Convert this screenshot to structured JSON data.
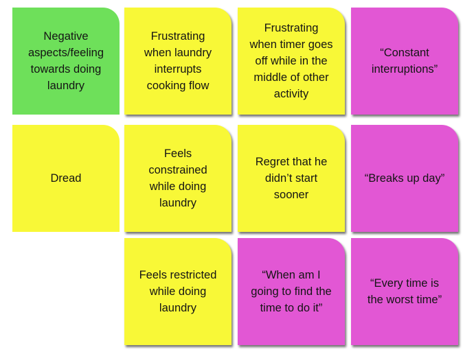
{
  "colors": {
    "green": "#6ee05a",
    "yellow": "#f8f837",
    "magenta": "#e257d4"
  },
  "notes": [
    {
      "id": "negative-aspects",
      "color": "green",
      "text": "Negative\naspects/feeling\ntowards doing\nlaundry"
    },
    {
      "id": "laundry-interrupts-cooking",
      "color": "yellow",
      "text": "Frustrating\nwhen laundry\ninterrupts\ncooking flow"
    },
    {
      "id": "timer-goes-off",
      "color": "yellow",
      "text": "Frustrating\nwhen timer goes\noff while in the\nmiddle of other\nactivity"
    },
    {
      "id": "constant-interruptions",
      "color": "magenta",
      "text": "“Constant\ninterruptions”"
    },
    {
      "id": "dread",
      "color": "yellow",
      "text": "Dread"
    },
    {
      "id": "feels-constrained",
      "color": "yellow",
      "text": "Feels\nconstrained\nwhile doing\nlaundry"
    },
    {
      "id": "regret-not-sooner",
      "color": "yellow",
      "text": "Regret that he\ndidn’t start\nsooner"
    },
    {
      "id": "breaks-up-day",
      "color": "magenta",
      "text": "“Breaks up day”"
    },
    {
      "id": "feels-restricted",
      "color": "yellow",
      "text": "Feels restricted\nwhile doing\nlaundry"
    },
    {
      "id": "when-am-i-going",
      "color": "magenta",
      "text": "“When am I\ngoing to find the\ntime to do it”"
    },
    {
      "id": "every-time-worst",
      "color": "magenta",
      "text": "“Every time is\nthe worst time”"
    }
  ]
}
